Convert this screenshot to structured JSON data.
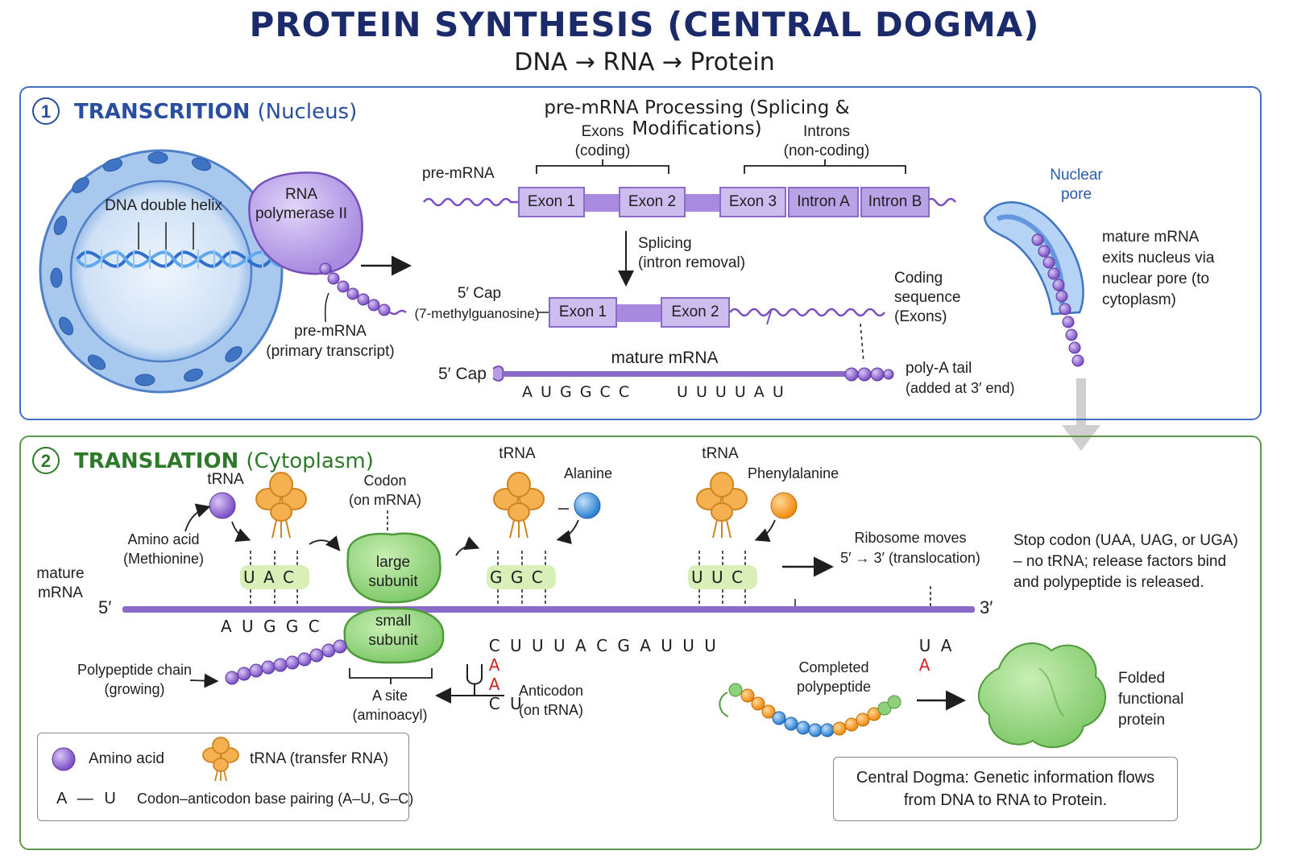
{
  "header": {
    "title": "PROTEIN SYNTHESIS (CENTRAL DOGMA)",
    "subtitle": "DNA → RNA → Protein"
  },
  "transcription": {
    "number": "1",
    "title": "TRANSCRITION",
    "location": "(Nucleus)",
    "dna_label": "DNA double helix",
    "polymerase_label": "RNA polymerase II",
    "pre_mrna_label": "pre-mRNA",
    "pre_mrna_sub": "(primary transcript)",
    "nuclear_pore_label": "Nuclear pore",
    "exit_note": "mature mRNA exits nucleus via nuclear pore (to cytoplasm)"
  },
  "processing": {
    "title": "pre-mRNA Processing (Splicing & Modifications)",
    "exons_label": "Exons",
    "exons_sub": "(coding)",
    "introns_label": "Introns",
    "introns_sub": "(non-coding)",
    "pre_mrna_tag": "pre-mRNA",
    "segments": [
      "Exon 1",
      "Exon 2",
      "Exon 3",
      "Intron A",
      "Intron B"
    ],
    "splicing_label": "Splicing",
    "splicing_sub": "(intron removal)",
    "cap_label": "5′ Cap",
    "cap_sub": "(7-methylguanosine)",
    "spliced_segments": [
      "Exon 1",
      "Exon 2"
    ],
    "coding_label": "Coding sequence (Exons)",
    "mature_label": "mature mRNA",
    "mature_cap": "5′ Cap",
    "mature_seq_left": "A U G G C C",
    "mature_seq_right": "U U U U A U",
    "polya_label": "poly-A tail",
    "polya_sub": "(added at 3′ end)"
  },
  "translation": {
    "number": "2",
    "title": "TRANSLATION",
    "location": "(Cytoplasm)",
    "trna_1": "tRNA",
    "amino_1_label": "Amino acid",
    "amino_1_sub": "(Methionine)",
    "codon_label": "Codon",
    "codon_sub": "(on mRNA)",
    "trna_2": "tRNA",
    "amino_2": "Alanine",
    "trna_3": "tRNA",
    "amino_3": "Phenylalanine",
    "anticodon_1": "U A C",
    "anticodon_2": "G G C",
    "anticodon_3": "U U C",
    "large_subunit": "large subunit",
    "small_subunit": "small subunit",
    "mrna_label": "mature mRNA",
    "five_prime": "5′",
    "three_prime": "3′",
    "seq_a": "A U G G C",
    "seq_b": "C U U U A C G A U U U",
    "seq_red_1": "A",
    "seq_red_2": "A",
    "seq_c": "C U",
    "seq_stop_a": "U A",
    "seq_stop_red": "A",
    "ribosome_moves": "Ribosome moves",
    "ribosome_moves_sub": "5′ → 3′ (translocation)",
    "stop_note_1": "Stop codon (UAA, UAG, or UGA)",
    "stop_note_2": "– no tRNA; release factors bind",
    "stop_note_3": "and polypeptide is released.",
    "polypeptide_label": "Polypeptide chain",
    "polypeptide_sub": "(growing)",
    "asite_label": "A site",
    "asite_sub": "(aminoacyl)",
    "anticodon_label": "Anticodon",
    "anticodon_sub": "(on tRNA)",
    "completed_label": "Completed polypeptide",
    "folded_label": "Folded functional protein"
  },
  "legend": {
    "amino_acid": "Amino acid",
    "trna": "tRNA (transfer RNA)",
    "pair_symbol": "A — U",
    "pairing": "Codon–anticodon base pairing (A–U, G–C)"
  },
  "summary": {
    "line1": "Central Dogma: Genetic information flows",
    "line2": "from DNA to RNA to Protein."
  },
  "colors": {
    "title": "#1b2a6b",
    "transcription": "#2a4ea0",
    "translation": "#2f7a2a",
    "mrna": "#8a6cc8",
    "ribosome": "#8fd07a",
    "trna": "#f5b150",
    "stop_base": "#d62020"
  }
}
